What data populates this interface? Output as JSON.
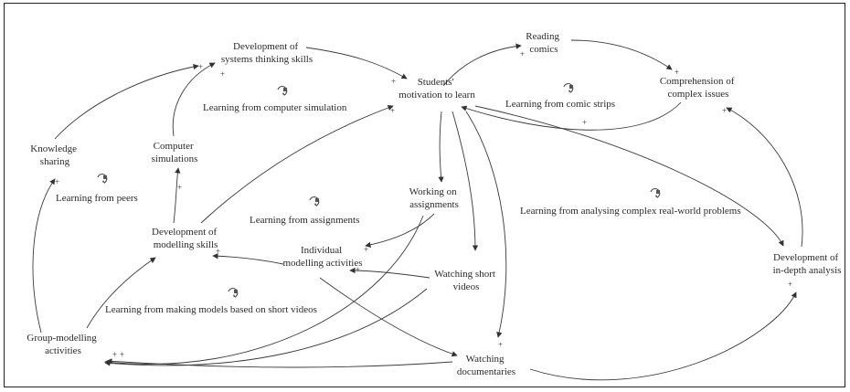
{
  "nodes": {
    "systems_thinking": [
      "Development of",
      "systems thinking skills"
    ],
    "motivation": [
      "Students'",
      "motivation to learn"
    ],
    "reading_comics": [
      "Reading",
      "comics"
    ],
    "comprehension": [
      "Comprehension of",
      "complex issues"
    ],
    "knowledge_sharing": [
      "Knowledge",
      "sharing"
    ],
    "computer_simulations": [
      "Computer",
      "simulations"
    ],
    "working_assignments": [
      "Working on",
      "assignments"
    ],
    "modelling_skills": [
      "Development of",
      "modelling skills"
    ],
    "individual_modelling": [
      "Individual",
      "modelling activities"
    ],
    "short_videos": [
      "Watching short",
      "videos"
    ],
    "in_depth_analysis": [
      "Development of",
      "in-depth analysis"
    ],
    "group_modelling": [
      "Group-modelling",
      "activities"
    ],
    "documentaries": [
      "Watching",
      "documentaries"
    ]
  },
  "loops": {
    "computer_simulation": "Learning from computer simulation",
    "comic_strips": "Learning from comic strips",
    "peers": "Learning from peers",
    "assignments": "Learning from assignments",
    "real_world": "Learning from analysing complex real-world problems",
    "short_videos": "Learning from  making models based on short videos"
  },
  "icon": "reinforcing-loop-icon",
  "polarity_sign": "+"
}
